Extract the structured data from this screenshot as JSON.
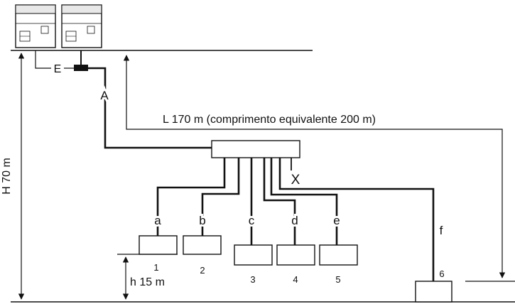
{
  "labels": {
    "header_pipe": "E",
    "main_pipe": "A",
    "total_length": "L 170 m (comprimento equivalente 200 m)",
    "height_max": "H 70 m",
    "height_indoor": "h 15 m",
    "closed_port": "X"
  },
  "branch_pipes": [
    "a",
    "b",
    "c",
    "d",
    "e",
    "f"
  ],
  "indoor_units": [
    "1",
    "2",
    "3",
    "4",
    "5",
    "6"
  ],
  "outdoor_units": 2
}
